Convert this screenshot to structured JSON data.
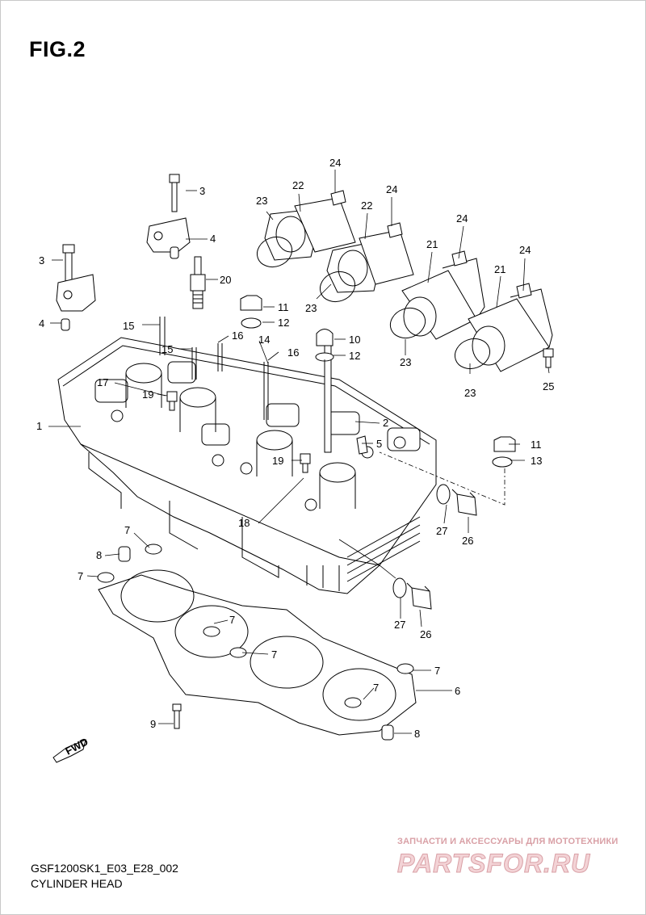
{
  "figure_title": "FIG.2",
  "footer": {
    "model_code": "GSF1200SK1_E03_E28_002",
    "section_name": "CYLINDER HEAD"
  },
  "fwd_badge": "FWD",
  "watermark": {
    "tagline": "ЗАПЧАСТИ И АКСЕССУАРЫ ДЛЯ МОТОТЕХНИКИ",
    "logo_text": "PARTSFOR.RU",
    "color": "#d9a0a6"
  },
  "callouts": {
    "c1": "1",
    "c2": "2",
    "c3a": "3",
    "c3b": "3",
    "c4a": "4",
    "c4b": "4",
    "c5": "5",
    "c6": "6",
    "c7a": "7",
    "c7b": "7",
    "c7c": "7",
    "c7d": "7",
    "c7e": "7",
    "c7f": "7",
    "c8a": "8",
    "c8b": "8",
    "c9": "9",
    "c10": "10",
    "c11a": "11",
    "c11b": "11",
    "c12a": "12",
    "c12b": "12",
    "c13": "13",
    "c14": "14",
    "c15a": "15",
    "c15b": "15",
    "c16a": "16",
    "c16b": "16",
    "c17": "17",
    "c18": "18",
    "c19a": "19",
    "c19b": "19",
    "c20": "20",
    "c21a": "21",
    "c21b": "21",
    "c22a": "22",
    "c22b": "22",
    "c23a": "23",
    "c23b": "23",
    "c23c": "23",
    "c23d": "23",
    "c24a": "24",
    "c24b": "24",
    "c24c": "24",
    "c24d": "24",
    "c25": "25",
    "c26a": "26",
    "c26b": "26",
    "c27a": "27",
    "c27b": "27"
  }
}
